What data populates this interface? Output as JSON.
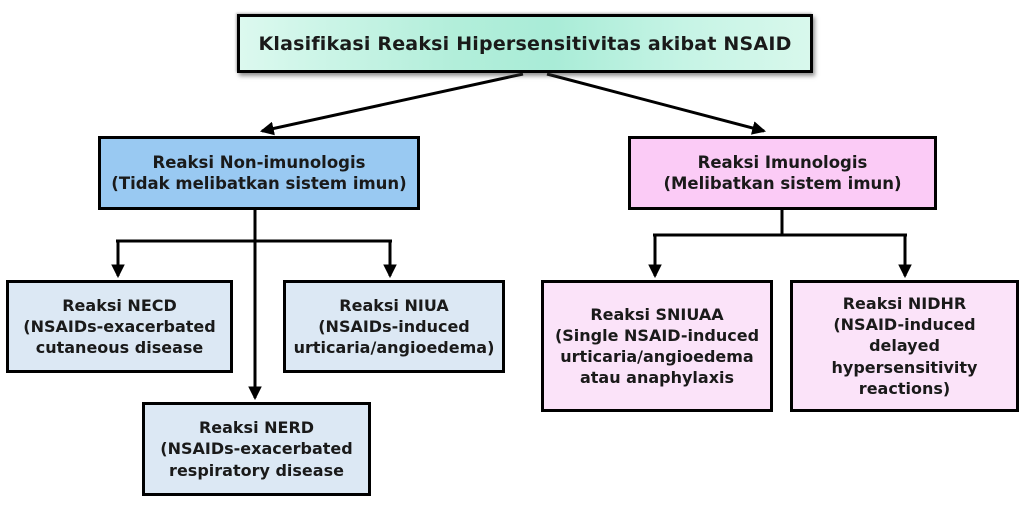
{
  "diagram": {
    "title": "Klasifikasi Reaksi Hipersensitivitas akibat NSAID",
    "branches": {
      "non_imunologis": {
        "label": "Reaksi Non-imunologis\n(Tidak melibatkan sistem imun)",
        "color": "#99c9f2"
      },
      "imunologis": {
        "label": "Reaksi Imunologis\n(Melibatkan sistem imun)",
        "color": "#fbcbf6"
      }
    },
    "leaves": {
      "necd": {
        "label": "Reaksi NECD\n(NSAIDs-exacerbated\ncutaneous disease",
        "color": "#dce8f4"
      },
      "niua": {
        "label": "Reaksi NIUA\n(NSAIDs-induced\nurticaria/angioedema)",
        "color": "#dce8f4"
      },
      "nerd": {
        "label": "Reaksi NERD\n(NSAIDs-exacerbated\nrespiratory disease",
        "color": "#dce8f4"
      },
      "sniuaa": {
        "label": "Reaksi SNIUAA\n(Single NSAID-induced\nurticaria/angioedema\natau anaphylaxis",
        "color": "#fbe3f9"
      },
      "nidhr": {
        "label": "Reaksi NIDHR\n(NSAID-induced\ndelayed\nhypersensitivity\nreactions)",
        "color": "#fbe3f9"
      }
    },
    "style": {
      "title_bg_start": "#dcf9ef",
      "title_bg_mid": "#a9ecd7",
      "title_bg_end": "#d8f8ec",
      "line_color": "#000000",
      "text_color": "#1a1a1a",
      "background": "#ffffff"
    }
  }
}
